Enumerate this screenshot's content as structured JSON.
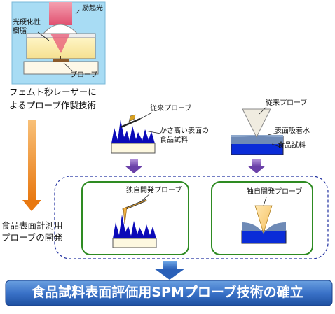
{
  "femto": {
    "resin_label_1": "光硬化性",
    "resin_label_2": "樹脂",
    "laser_label": "励起光",
    "probe_label": "プローブ",
    "caption_1": "フェムト秒レーザーに",
    "caption_2": "よるプローブ作製技術"
  },
  "left_top": {
    "probe_label": "従来プローブ",
    "sample_label_1": "かさ高い表面の",
    "sample_label_2": "食品試料"
  },
  "right_top": {
    "probe_label": "従来プローブ",
    "water_label": "表面吸着水",
    "sample_label": "食品試料"
  },
  "left_bottom": {
    "probe_label": "独自開発プローブ"
  },
  "right_bottom": {
    "probe_label": "独自開発プローブ"
  },
  "side_label_1": "食品表面計測用",
  "side_label_2": "プローブの開発",
  "banner": "食品試料表面評価用SPMプローブ技術の確立"
}
